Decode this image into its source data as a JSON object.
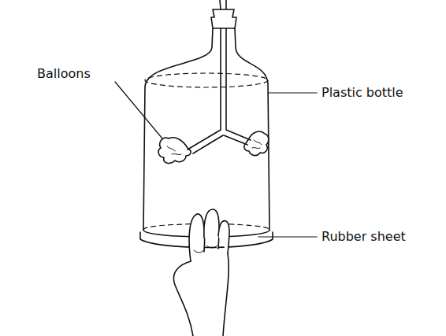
{
  "diagram": {
    "labels": [
      "Balloons",
      "Plastic bottle",
      "Rubber sheet"
    ]
  }
}
